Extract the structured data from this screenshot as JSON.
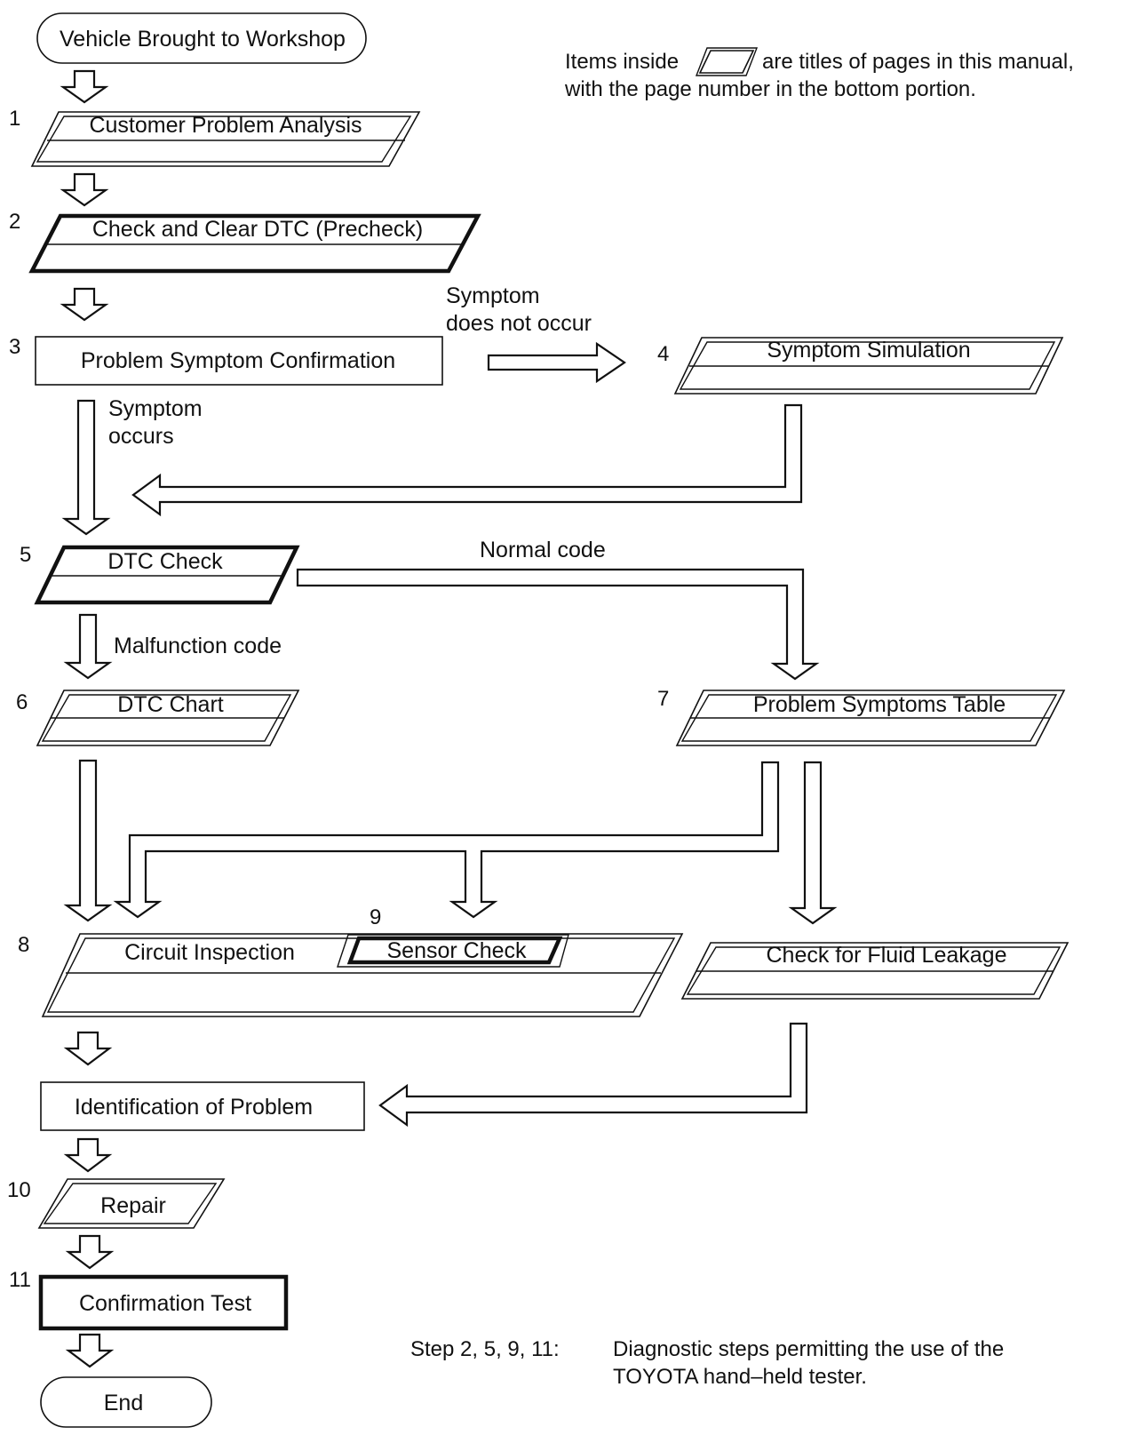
{
  "legend": {
    "line1_before": "Items inside",
    "line1_after": "are titles of pages in this manual,",
    "line2": "with the page number in the bottom portion."
  },
  "nodes": {
    "start": "Vehicle Brought to Workshop",
    "customer_problem_analysis": "Customer Problem Analysis",
    "check_clear_dtc": "Check and Clear DTC (Precheck)",
    "problem_symptom_confirmation": "Problem Symptom Confirmation",
    "symptom_simulation": "Symptom Simulation",
    "dtc_check": "DTC Check",
    "dtc_chart": "DTC Chart",
    "problem_symptoms_table": "Problem Symptoms Table",
    "circuit_inspection": "Circuit Inspection",
    "sensor_check": "Sensor Check",
    "check_fluid_leakage": "Check for Fluid Leakage",
    "identification_of_problem": "Identification of Problem",
    "repair": "Repair",
    "confirmation_test": "Confirmation Test",
    "end": "End"
  },
  "step_numbers": [
    "1",
    "2",
    "3",
    "4",
    "5",
    "6",
    "7",
    "8",
    "9",
    "10",
    "11"
  ],
  "edge_labels": {
    "symptom_not_occur_1": "Symptom",
    "symptom_not_occur_2": "does not occur",
    "symptom_occurs_1": "Symptom",
    "symptom_occurs_2": "occurs",
    "normal_code": "Normal code",
    "malfunction_code": "Malfunction code"
  },
  "footnote": {
    "steps": "Step 2, 5, 9, 11:",
    "text1": "Diagnostic steps permitting the use of the",
    "text2": "TOYOTA hand–held tester."
  }
}
